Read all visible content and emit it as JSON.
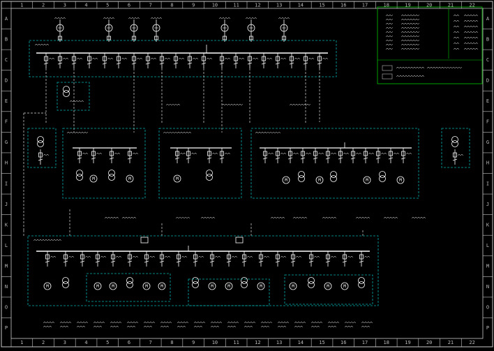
{
  "drawing": {
    "row_labels": [
      "A",
      "B",
      "C",
      "D",
      "E",
      "F",
      "G",
      "H",
      "I",
      "J",
      "K",
      "L",
      "M",
      "N",
      "O",
      "P"
    ],
    "col_labels": [
      "1",
      "2",
      "3",
      "4",
      "5",
      "6",
      "7",
      "8",
      "9",
      "10",
      "11",
      "12",
      "13",
      "14",
      "15",
      "16",
      "17",
      "18",
      "19",
      "20",
      "21",
      "22"
    ],
    "colors": {
      "background": "#000000",
      "frame": "#c8c8c8",
      "busbar": "#ffffff",
      "equipment": "#ffffff",
      "feeder": "#00c8c8",
      "enclosure": "#00b0b0",
      "legend_frame": "#00c800",
      "cable": "#dcdcdc",
      "label": "#bbbbbb"
    },
    "icons": [
      "transformer-symbol",
      "generator-symbol",
      "motor-symbol",
      "circuit-breaker-symbol",
      "disconnector-symbol",
      "earthing-symbol"
    ]
  }
}
